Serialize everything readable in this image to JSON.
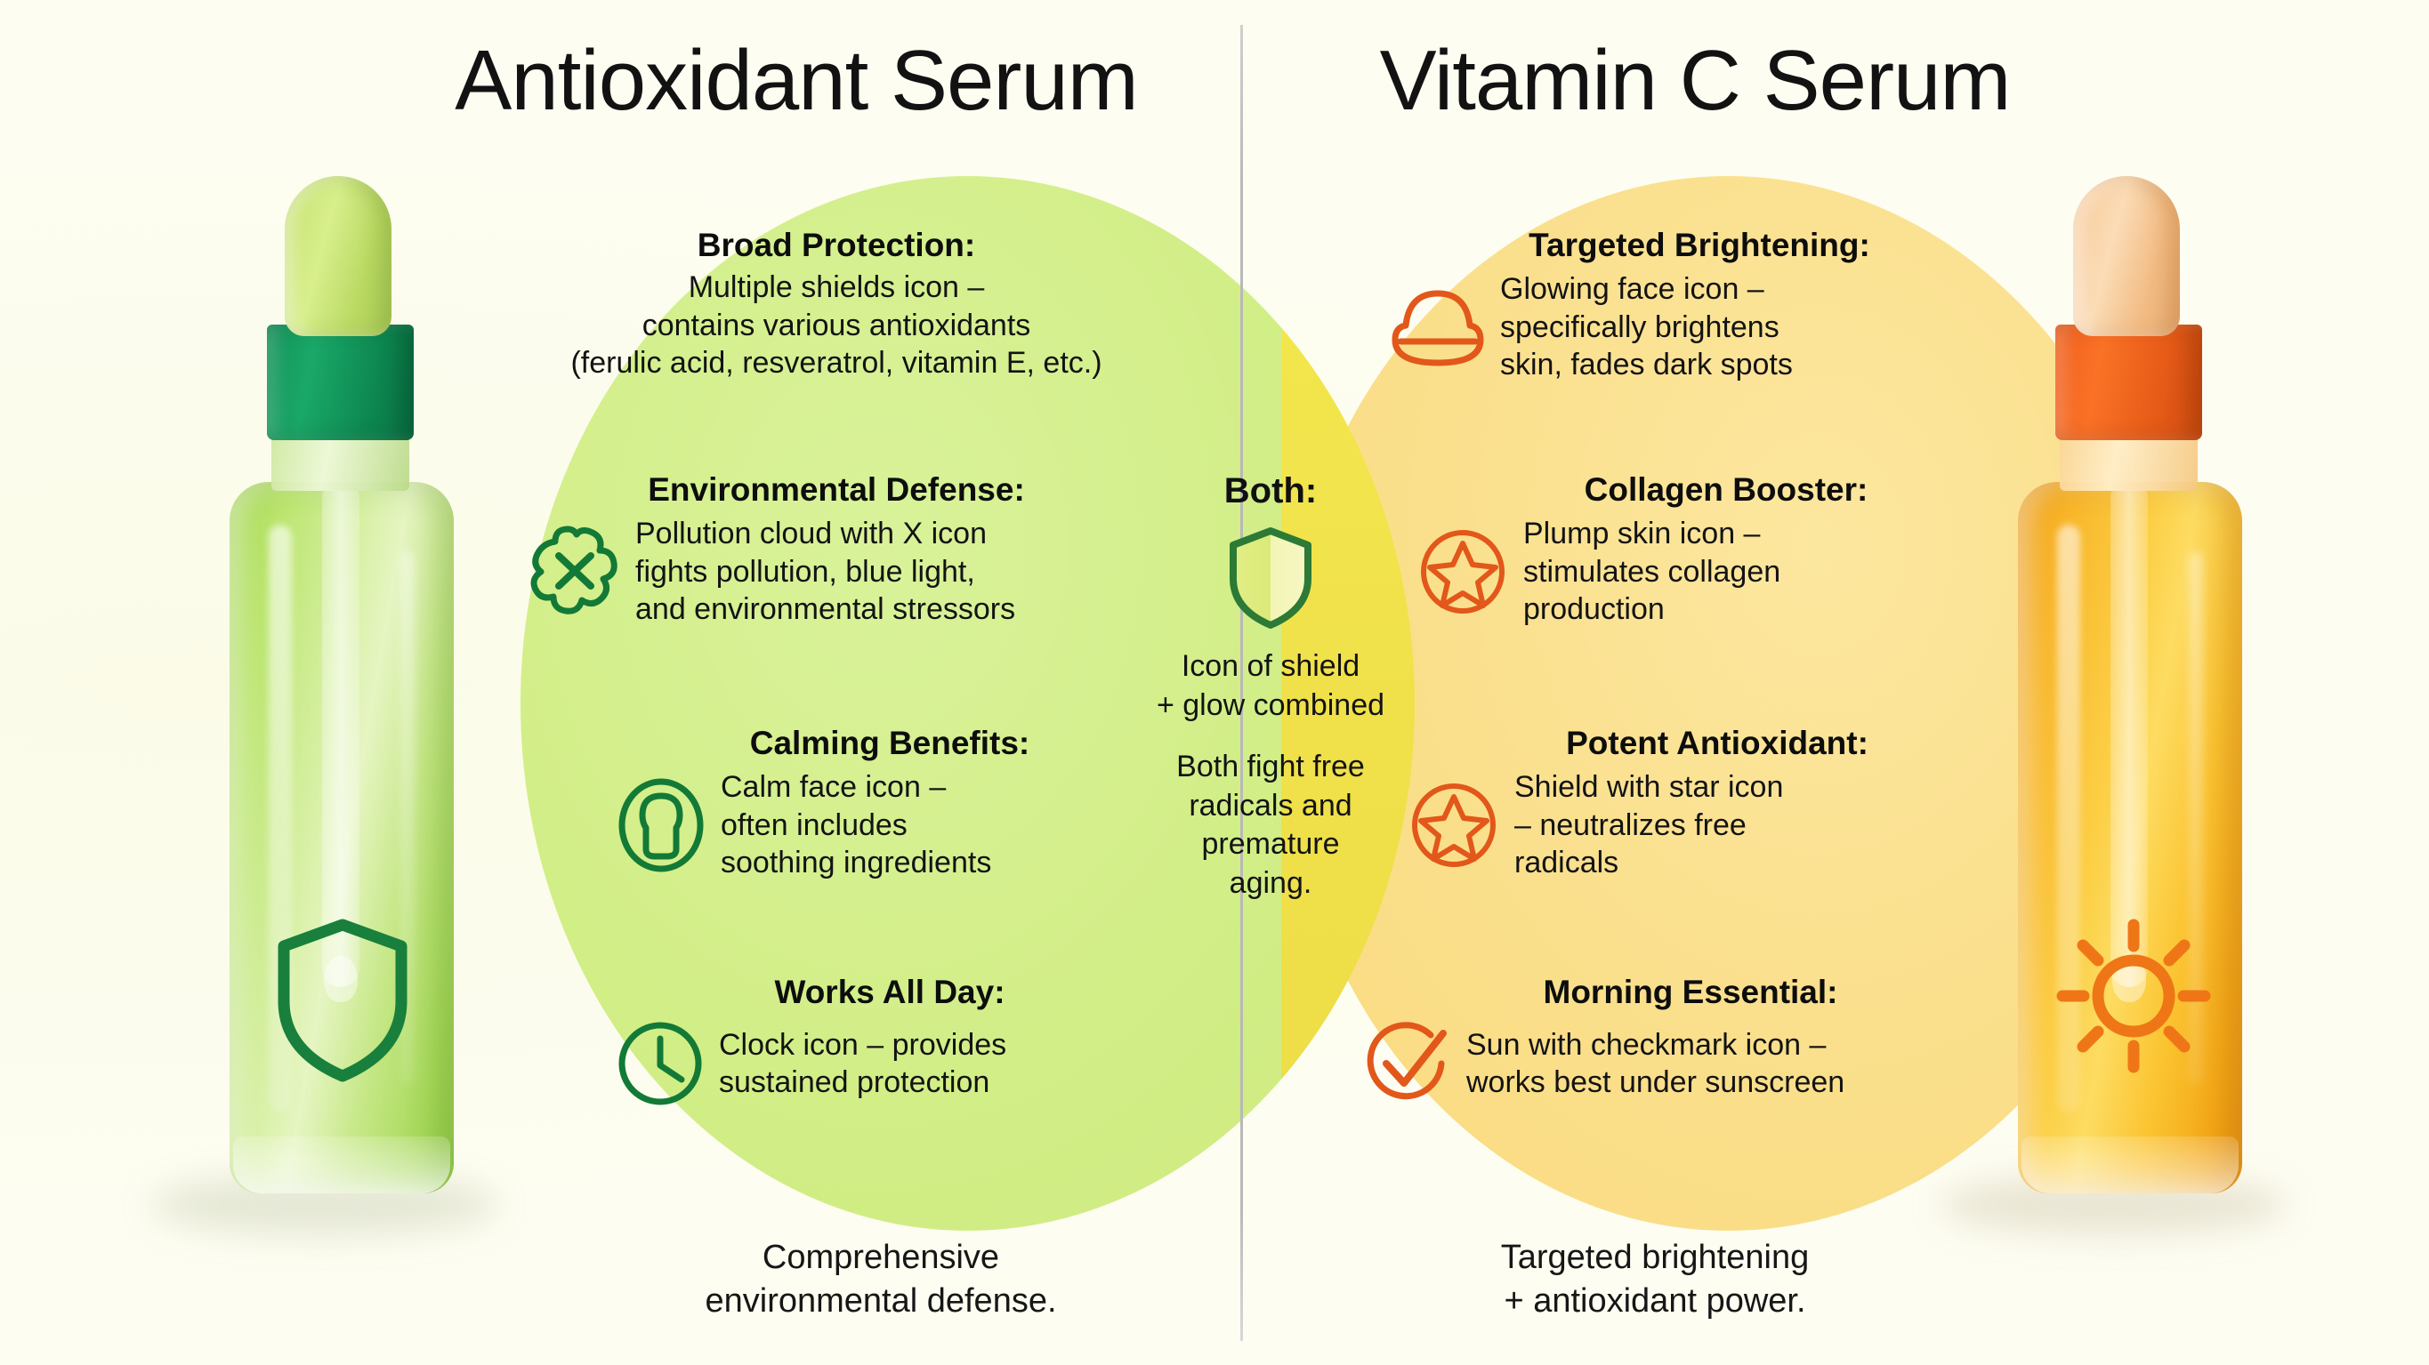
{
  "left": {
    "title": "Antioxidant Serum",
    "accent": "#15803d",
    "blocks": [
      {
        "heading": "Broad Protection:",
        "icon": "shields-icon",
        "lines": [
          "Multiple shields icon –",
          "contains various antioxidants",
          "(ferulic acid, resveratrol, vitamin E, etc.)"
        ]
      },
      {
        "heading": "Environmental Defense:",
        "icon": "pollution-cloud-x-icon",
        "lines": [
          "Pollution cloud with X icon",
          "fights pollution, blue light,",
          "and environmental stressors"
        ]
      },
      {
        "heading": "Calming Benefits:",
        "icon": "calm-face-icon",
        "lines": [
          "Calm face icon –",
          "often includes",
          "soothing ingredients"
        ]
      },
      {
        "heading": "Works All Day:",
        "icon": "clock-icon",
        "lines": [
          "Clock icon – provides",
          "sustained protection"
        ]
      }
    ],
    "footer": [
      "Comprehensive",
      "environmental defense."
    ],
    "bottle": {
      "logo": "shield-icon",
      "cap_color": "#12925a",
      "liquid_color": "#b5e06a"
    }
  },
  "center": {
    "title": "Both:",
    "icon": "shield-glow-icon",
    "caption_lines": [
      "Icon of shield",
      "+ glow combined"
    ],
    "body_lines": [
      "Both fight free",
      "radicals and",
      "premature",
      "aging."
    ],
    "fill_color": "#f0e14a"
  },
  "right": {
    "title": "Vitamin C Serum",
    "accent": "#e2571a",
    "blocks": [
      {
        "heading": "Targeted Brightening:",
        "icon": "glowing-face-icon",
        "lines": [
          "Glowing face icon –",
          "specifically brightens",
          "skin, fades dark spots"
        ]
      },
      {
        "heading": "Collagen Booster:",
        "icon": "star-circle-icon",
        "lines": [
          "Plump skin icon –",
          "stimulates collagen",
          "production"
        ]
      },
      {
        "heading": "Potent Antioxidant:",
        "icon": "star-circle-icon",
        "lines": [
          "Shield with star icon",
          "– neutralizes free",
          "radicals"
        ]
      },
      {
        "heading": "Morning Essential:",
        "icon": "check-circle-icon",
        "lines": [
          "Sun with checkmark icon –",
          "works best under sunscreen"
        ]
      }
    ],
    "footer": [
      "Targeted brightening",
      "+ antioxidant power."
    ],
    "bottle": {
      "logo": "sun-icon",
      "cap_color": "#f0601e",
      "liquid_color": "#fbc431"
    }
  },
  "colors": {
    "background": "#fdfdf0",
    "left_circle": "#d2ee87",
    "right_circle": "#fadf8b",
    "overlap": "#f0e14a",
    "divider": "#b9b9b9"
  }
}
